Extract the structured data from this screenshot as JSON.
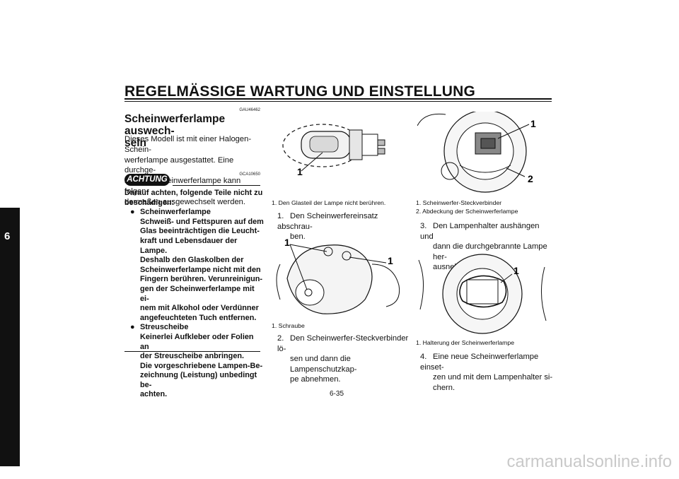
{
  "header": {
    "title": "REGELMÄSSIGE WARTUNG UND EINSTELLUNG"
  },
  "chapter": "6",
  "section": {
    "code": "GAU46462",
    "heading_line1": "Scheinwerferlampe auswech-",
    "heading_line2": "seln",
    "intro": [
      "Dieses Modell ist mit einer Halogen-Schein-",
      "werferlampe ausgestattet. Eine durchge-",
      "brannte Scheinwerferlampe kann folgen-",
      "dermaßen ausgewechselt werden."
    ]
  },
  "caution": {
    "label": "ACHTUNG",
    "code": "GCA10650",
    "intro": [
      "Darauf achten, folgende Teile nicht zu",
      "beschädigen:"
    ],
    "item1": [
      "Scheinwerferlampe",
      "Schweiß- und Fettspuren auf dem",
      "Glas beeinträchtigen die Leucht-",
      "kraft und Lebensdauer der Lampe.",
      "Deshalb den Glaskolben der",
      "Scheinwerferlampe nicht mit den",
      "Fingern berühren. Verunreinigun-",
      "gen der Scheinwerferlampe mit ei-",
      "nem mit Alkohol oder Verdünner",
      "angefeuchteten Tuch entfernen."
    ],
    "item2": [
      "Streuscheibe",
      "Keinerlei Aufkleber oder Folien an",
      "der Streuscheibe anbringen.",
      "Die vorgeschriebene Lampen-Be-",
      "zeichnung (Leistung) unbedingt be-",
      "achten."
    ],
    "bullet": "●"
  },
  "fig1": {
    "label": "1",
    "caption": "1. Den Glasteil der Lampe nicht berühren."
  },
  "step1": {
    "num": "1.",
    "lines": [
      "Den Scheinwerfereinsatz abschrau-",
      "ben."
    ]
  },
  "fig2": {
    "label_a": "1",
    "label_b": "1",
    "caption": "1. Schraube"
  },
  "step2": {
    "num": "2.",
    "lines": [
      "Den Scheinwerfer-Steckverbinder lö-",
      "sen und dann die Lampenschutzkap-",
      "pe abnehmen."
    ]
  },
  "fig3": {
    "label_a": "1",
    "label_b": "2",
    "caption1": "1. Scheinwerfer-Steckverbinder",
    "caption2": "2. Abdeckung der Scheinwerferlampe"
  },
  "step3": {
    "num": "3.",
    "lines": [
      "Den Lampenhalter aushängen und",
      "dann die durchgebrannte Lampe her-",
      "ausnehmen."
    ]
  },
  "fig4": {
    "label": "1",
    "caption": "1. Halterung der Scheinwerferlampe"
  },
  "step4": {
    "num": "4.",
    "lines": [
      "Eine neue Scheinwerferlampe einset-",
      "zen und mit dem Lampenhalter si-",
      "chern."
    ]
  },
  "page_number": "6-35",
  "watermark": "carmanualsonline.info"
}
